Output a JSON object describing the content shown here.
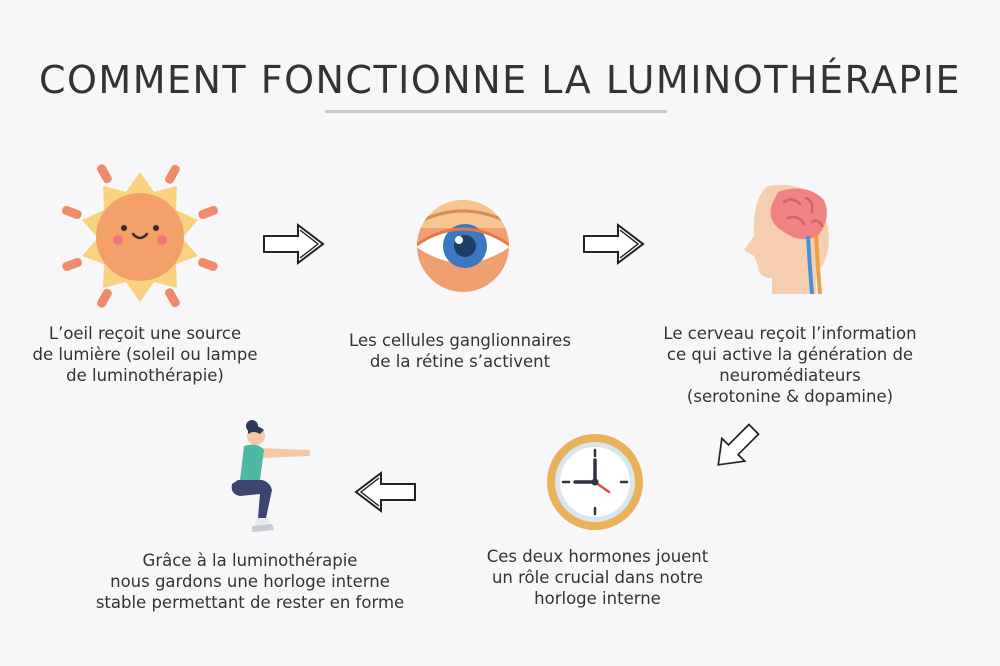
{
  "title": "COMMENT FONCTIONNE LA LUMINOTHÉRAPIE",
  "steps": [
    {
      "icon": "sun-icon",
      "lines": [
        "L’oeil reçoit une source",
        "de lumière (soleil ou lampe",
        "de luminothérapie)"
      ]
    },
    {
      "icon": "eye-icon",
      "lines": [
        "Les cellules ganglionnaires",
        "de la rétine s’activent"
      ]
    },
    {
      "icon": "brain-head-icon",
      "lines": [
        "Le cerveau reçoit l’information",
        "ce qui active la génération de",
        "neuromédiateurs",
        "(serotonine & dopamine)"
      ]
    },
    {
      "icon": "clock-icon",
      "lines": [
        "Ces deux hormones jouent",
        "un rôle crucial dans notre",
        "horloge interne"
      ]
    },
    {
      "icon": "squat-woman-icon",
      "lines": [
        "Grâce à la luminothérapie",
        "nous gardons une horloge interne",
        "stable permettant de rester en forme"
      ]
    }
  ],
  "colors": {
    "background": "#f7f7f9",
    "sun": "#f4a86a",
    "sun_rays": "#f8c97a",
    "eye_iris": "#3b78bf",
    "skin": "#f5c9a8",
    "brain": "#f08a8a",
    "clock_frame": "#e8b25a"
  }
}
